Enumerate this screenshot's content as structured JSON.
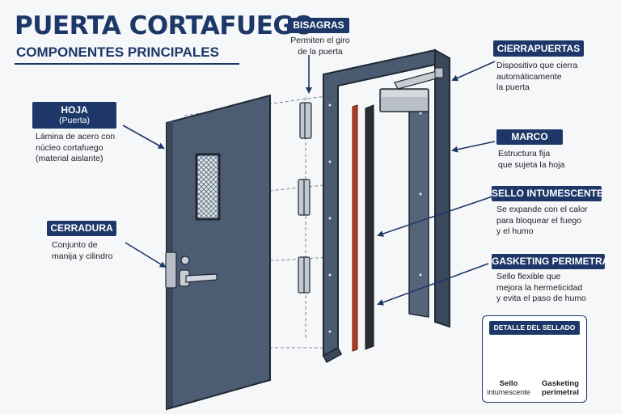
{
  "title": "PUERTA CORTAFUEGO",
  "subtitle": "COMPONENTES PRINCIPALES",
  "labels": {
    "hoja": {
      "title": "HOJA",
      "sub": "(Puerta)",
      "desc": [
        "Lámina de acero con",
        "núcleo cortafuego",
        "(material aislante)"
      ]
    },
    "cerradura": {
      "title": "CERRADURA",
      "desc": [
        "Conjunto de",
        "manija y cilindro"
      ]
    },
    "bisagras": {
      "title": "BISAGRAS",
      "desc": [
        "Permiten el giro",
        "de la puerta"
      ]
    },
    "cierrapuertas": {
      "title": "CIERRAPUERTAS",
      "desc": [
        "Dispositivo que cierra",
        "automáticamente",
        "la puerta"
      ]
    },
    "marco": {
      "title": "MARCO",
      "desc": [
        "Estructura fija",
        "que sujeta la hoja"
      ]
    },
    "sello": {
      "title": "SELLO INTUMESCENTE",
      "desc": [
        "Se expande con el calor",
        "para bloquear el fuego",
        "y el humo"
      ]
    },
    "gasketing": {
      "title": "GASKETING PERIMETRAL",
      "desc": [
        "Sello flexible que",
        "mejora la hermeticidad",
        "y evita el paso de humo"
      ]
    }
  },
  "detail": {
    "title": "DETALLE DEL SELLADO",
    "left_caption": [
      "Sello",
      "intumescente"
    ],
    "right_caption": [
      "Gasketing",
      "perimetral"
    ]
  },
  "colors": {
    "navy": "#1c3768",
    "door": "#4a5a70",
    "seal_red": "#b23a22",
    "gasket": "#2a2e33"
  }
}
